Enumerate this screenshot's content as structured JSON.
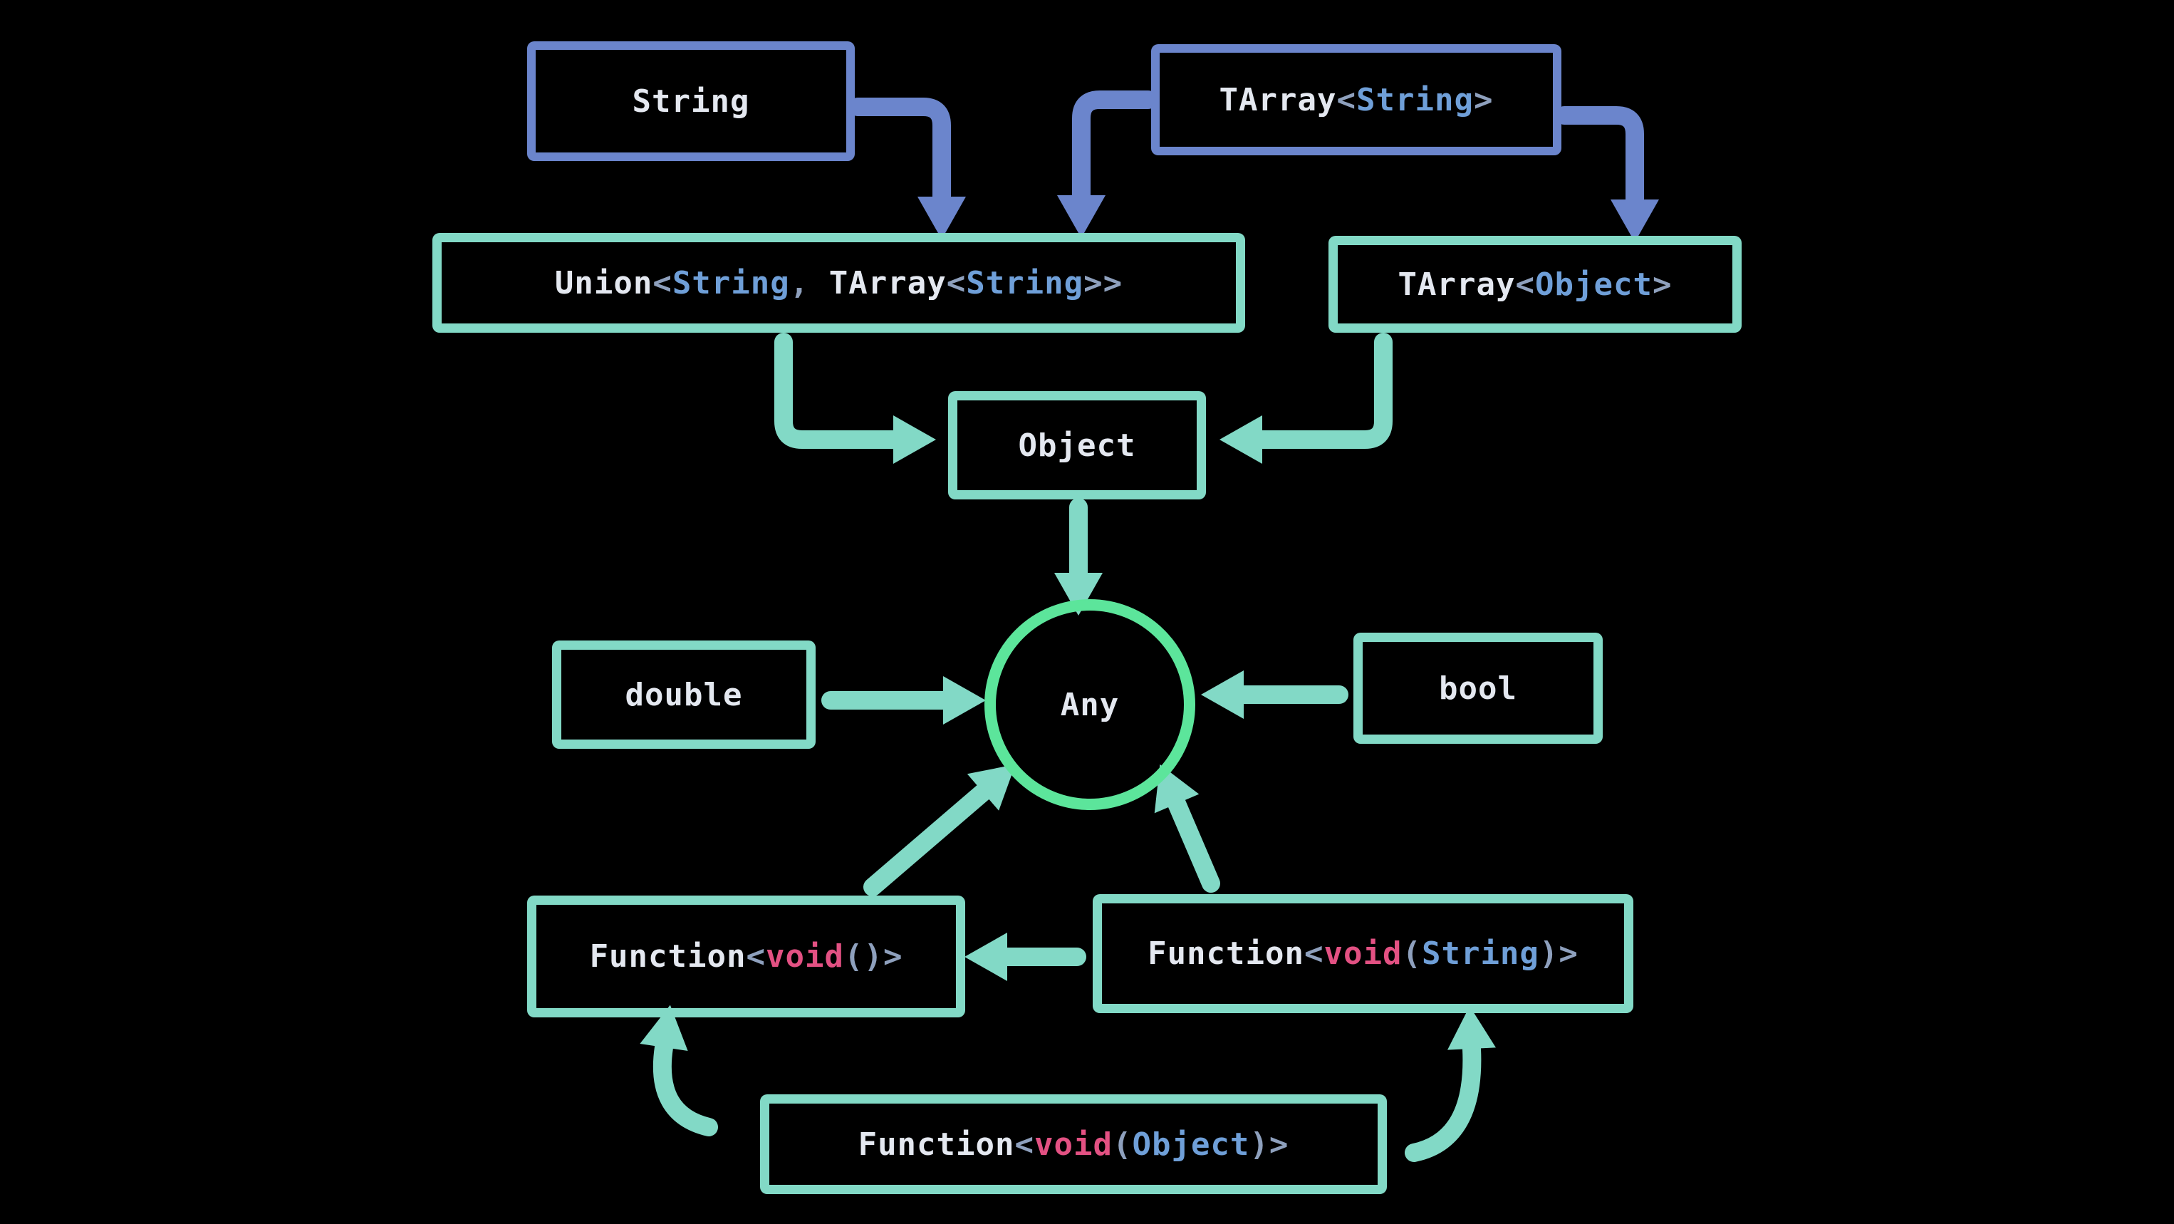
{
  "diagram_title": "any-type-conversion-diagram",
  "colors": {
    "background": "#000000",
    "box_blue": "#6b85cc",
    "box_teal": "#82d9c6",
    "circle_green": "#5ce59b",
    "arrow_blue": "#6b85cc",
    "arrow_teal": "#82d9c6",
    "text_base": "#e4e8f0",
    "text_type": "#6f9fd8",
    "text_keyword": "#e35183",
    "text_punct": "#8ea0bd"
  },
  "nodes": {
    "string": {
      "label": "String",
      "tokens": [
        {
          "text": "String",
          "kind": "base"
        }
      ]
    },
    "tarray_string": {
      "label": "TArray<String>",
      "tokens": [
        {
          "text": "TArray",
          "kind": "base"
        },
        {
          "text": "<",
          "kind": "punct"
        },
        {
          "text": "String",
          "kind": "type"
        },
        {
          "text": ">",
          "kind": "punct"
        }
      ]
    },
    "union": {
      "label": "Union<String, TArray<String>>",
      "tokens": [
        {
          "text": "Union",
          "kind": "base"
        },
        {
          "text": "<",
          "kind": "punct"
        },
        {
          "text": "String",
          "kind": "type"
        },
        {
          "text": ", ",
          "kind": "punct"
        },
        {
          "text": "TArray",
          "kind": "base"
        },
        {
          "text": "<",
          "kind": "punct"
        },
        {
          "text": "String",
          "kind": "type"
        },
        {
          "text": ">>",
          "kind": "punct"
        }
      ]
    },
    "tarray_object": {
      "label": "TArray<Object>",
      "tokens": [
        {
          "text": "TArray",
          "kind": "base"
        },
        {
          "text": "<",
          "kind": "punct"
        },
        {
          "text": "Object",
          "kind": "type"
        },
        {
          "text": ">",
          "kind": "punct"
        }
      ]
    },
    "object": {
      "label": "Object",
      "tokens": [
        {
          "text": "Object",
          "kind": "base"
        }
      ]
    },
    "any": {
      "label": "Any",
      "tokens": [
        {
          "text": "Any",
          "kind": "base"
        }
      ]
    },
    "double": {
      "label": "double",
      "tokens": [
        {
          "text": "double",
          "kind": "base"
        }
      ]
    },
    "bool": {
      "label": "bool",
      "tokens": [
        {
          "text": "bool",
          "kind": "base"
        }
      ]
    },
    "func_void": {
      "label": "Function<void()>",
      "tokens": [
        {
          "text": "Function",
          "kind": "base"
        },
        {
          "text": "<",
          "kind": "punct"
        },
        {
          "text": "void",
          "kind": "keyword"
        },
        {
          "text": "()",
          "kind": "punct"
        },
        {
          "text": ">",
          "kind": "punct"
        }
      ]
    },
    "func_void_string": {
      "label": "Function<void(String)>",
      "tokens": [
        {
          "text": "Function",
          "kind": "base"
        },
        {
          "text": "<",
          "kind": "punct"
        },
        {
          "text": "void",
          "kind": "keyword"
        },
        {
          "text": "(",
          "kind": "punct"
        },
        {
          "text": "String",
          "kind": "type"
        },
        {
          "text": ")",
          "kind": "punct"
        },
        {
          "text": ">",
          "kind": "punct"
        }
      ]
    },
    "func_void_object": {
      "label": "Function<void(Object)>",
      "tokens": [
        {
          "text": "Function",
          "kind": "base"
        },
        {
          "text": "<",
          "kind": "punct"
        },
        {
          "text": "void",
          "kind": "keyword"
        },
        {
          "text": "(",
          "kind": "punct"
        },
        {
          "text": "Object",
          "kind": "type"
        },
        {
          "text": ")",
          "kind": "punct"
        },
        {
          "text": ">",
          "kind": "punct"
        }
      ]
    }
  },
  "edges": [
    {
      "from": "String",
      "to": "Union<String, TArray<String>>",
      "color": "blue"
    },
    {
      "from": "TArray<String>",
      "to": "Union<String, TArray<String>>",
      "color": "blue"
    },
    {
      "from": "TArray<String>",
      "to": "TArray<Object>",
      "color": "blue"
    },
    {
      "from": "Union<String, TArray<String>>",
      "to": "Object",
      "color": "teal"
    },
    {
      "from": "TArray<Object>",
      "to": "Object",
      "color": "teal"
    },
    {
      "from": "Object",
      "to": "Any",
      "color": "teal"
    },
    {
      "from": "double",
      "to": "Any",
      "color": "teal"
    },
    {
      "from": "bool",
      "to": "Any",
      "color": "teal"
    },
    {
      "from": "Function<void()>",
      "to": "Any",
      "color": "teal"
    },
    {
      "from": "Function<void(String)>",
      "to": "Any",
      "color": "teal"
    },
    {
      "from": "Function<void(String)>",
      "to": "Function<void()>",
      "color": "teal"
    },
    {
      "from": "Function<void(Object)>",
      "to": "Function<void()>",
      "color": "teal"
    },
    {
      "from": "Function<void(Object)>",
      "to": "Function<void(String)>",
      "color": "teal"
    }
  ]
}
